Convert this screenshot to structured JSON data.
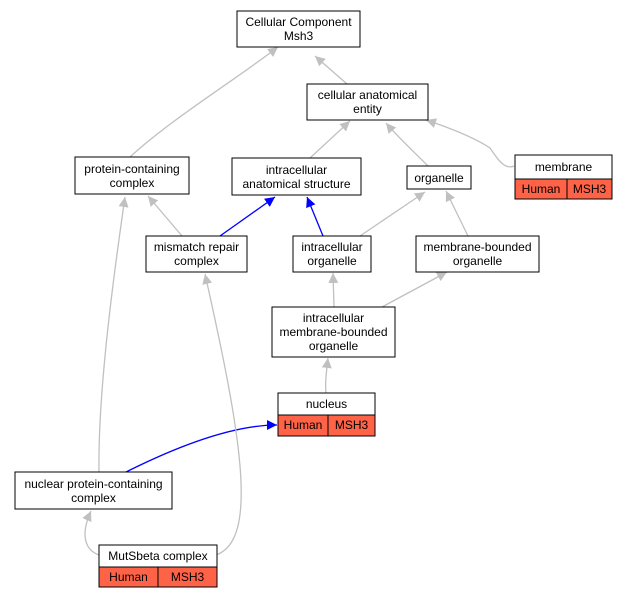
{
  "colors": {
    "gray_edge": "#c0c0c0",
    "blue_edge": "#0000ff",
    "tag_fill": "#ff6347",
    "box_border": "#000000"
  },
  "nodes": {
    "cellular_component": {
      "line1": "Cellular Component",
      "line2": "Msh3"
    },
    "cellular_anatomical_entity": {
      "line1": "cellular anatomical",
      "line2": "entity"
    },
    "protein_containing_complex": {
      "line1": "protein-containing",
      "line2": "complex"
    },
    "intracellular_anatomical_structure": {
      "line1": "intracellular",
      "line2": "anatomical structure"
    },
    "organelle": {
      "line1": "organelle"
    },
    "membrane": {
      "line1": "membrane",
      "tag_species": "Human",
      "tag_gene": "MSH3"
    },
    "mismatch_repair_complex": {
      "line1": "mismatch repair",
      "line2": "complex"
    },
    "intracellular_organelle": {
      "line1": "intracellular",
      "line2": "organelle"
    },
    "membrane_bounded_organelle": {
      "line1": "membrane-bounded",
      "line2": "organelle"
    },
    "intracellular_membrane_bounded_organelle": {
      "line1": "intracellular",
      "line2": "membrane-bounded",
      "line3": "organelle"
    },
    "nucleus": {
      "line1": "nucleus",
      "tag_species": "Human",
      "tag_gene": "MSH3"
    },
    "nuclear_protein_containing_complex": {
      "line1": "nuclear protein-containing",
      "line2": "complex"
    },
    "mutsbeta_complex": {
      "line1": "MutSbeta complex",
      "tag_species": "Human",
      "tag_gene": "MSH3"
    }
  }
}
